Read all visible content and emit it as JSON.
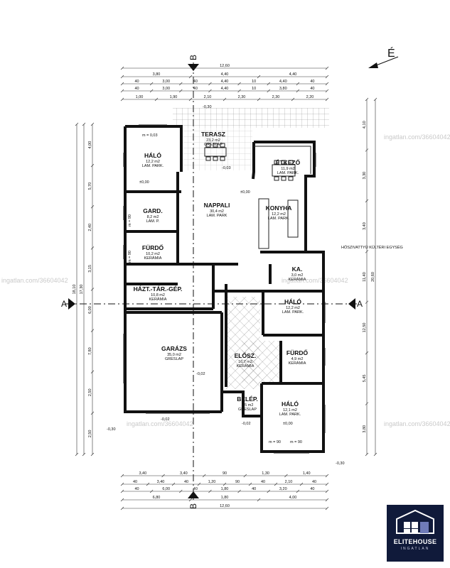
{
  "north_label": "É",
  "section_labels": {
    "a_left": "A",
    "a_right": "A",
    "b_top": "B",
    "b_bottom": "B"
  },
  "rooms": [
    {
      "key": "halo1",
      "name": "HÁLÓ",
      "area": "12,2 m2",
      "floor": "LAM. PARK."
    },
    {
      "key": "terasz",
      "name": "TERASZ",
      "area": "23,2 m2",
      "floor": "GRESLAP"
    },
    {
      "key": "etkezo",
      "name": "ÉTKEZŐ",
      "area": "11,9 m2",
      "floor": "LAM. PARK."
    },
    {
      "key": "nappali",
      "name": "NAPPALI",
      "area": "30,4 m2",
      "floor": "LAM. PARK"
    },
    {
      "key": "konyha",
      "name": "KONYHA",
      "area": "12,2 m2",
      "floor": "LAM. PARK."
    },
    {
      "key": "gard",
      "name": "GARD.",
      "area": "8,2 m2",
      "floor": "LAM. P."
    },
    {
      "key": "furdo1",
      "name": "FÜRDŐ",
      "area": "10,2 m2",
      "floor": "KERÁMIA"
    },
    {
      "key": "ka",
      "name": "KA.",
      "area": "3,0 m2",
      "floor": "KERÁMIA"
    },
    {
      "key": "hazt",
      "name": "HÁZT.-TÁR.-GÉP.",
      "area": "10,8 m2",
      "floor": "KERÁMIA"
    },
    {
      "key": "halo2",
      "name": "HÁLÓ",
      "area": "12,2 m2",
      "floor": "LAM. PARK."
    },
    {
      "key": "garazs",
      "name": "GARÁZS",
      "area": "35,0 m2",
      "floor": "GRESLAP"
    },
    {
      "key": "elosz",
      "name": "ELŐSZ.",
      "area": "16,7 m2",
      "floor": "KERÁMIA"
    },
    {
      "key": "furdo2",
      "name": "FÜRDŐ",
      "area": "4,9 m2",
      "floor": "KERÁMIA"
    },
    {
      "key": "belep",
      "name": "BELÉP.",
      "area": "2,5 m2",
      "floor": "GRESLAP"
    },
    {
      "key": "halo3",
      "name": "HÁLÓ",
      "area": "12,1 m2",
      "floor": "LAM. PARK."
    }
  ],
  "annotations": {
    "hoszivattyu": "HŐSZIVATTYÚ KÜLTÉRI EGYSÉG",
    "m_halo": "m = 0,03",
    "m_gard": "m = 90",
    "m_furdo": "m = 90",
    "m_halo3_a": "m = 90",
    "m_halo3_b": "m = 90",
    "lvl_000_a": "±0,00",
    "lvl_000_b": "±0,00",
    "lvl_000_c": "±0,00",
    "lvl_003_a": "-0,03",
    "lvl_030_a": "-0,30",
    "lvl_030_b": "-0,30",
    "lvl_030_c": "-0,30",
    "lvl_002_a": "-0,02",
    "lvl_002_b": "-0,02",
    "lvl_002_c": "-0,02"
  },
  "dims_top": {
    "total": "12,60",
    "row1": [
      "3,80",
      "4,40",
      "4,40"
    ],
    "row2": [
      "40",
      "3,00",
      "40",
      "4,40",
      "10",
      "4,40",
      "40"
    ],
    "row3": [
      "40",
      "3,00",
      "40",
      "4,40",
      "10",
      "3,80",
      "40"
    ],
    "row4": [
      "1,00",
      "1,90",
      "2,10",
      "2,30",
      "2,30",
      "2,20"
    ]
  },
  "dims_bottom": {
    "row1": [
      "3,40",
      "3,40",
      "90",
      "1,30",
      "1,40"
    ],
    "row2": [
      "40",
      "3,40",
      "40",
      "1,20",
      "90",
      "40",
      "2,10",
      "40"
    ],
    "row3": [
      "40",
      "6,00",
      "40",
      "1,80",
      "40",
      "3,20",
      "40"
    ],
    "row4": [
      "6,80",
      "1,80",
      "4,00"
    ],
    "total": "12,60"
  },
  "dims_left": {
    "total": "18,10",
    "sub": "17,30",
    "items": [
      "4,00",
      "5,70",
      "2,40",
      "3,15",
      "6,00",
      "7,80",
      "2,50",
      "2,50"
    ]
  },
  "dims_right": {
    "total": "20,60",
    "items": [
      "4,10",
      "3,30",
      "3,40",
      "11,40",
      "12,50",
      "5,45",
      "3,80"
    ]
  },
  "watermark": "ingatlan.com/36604042",
  "logo": {
    "brand": "ELITEHOUSE",
    "sub": "INGATLAN"
  }
}
